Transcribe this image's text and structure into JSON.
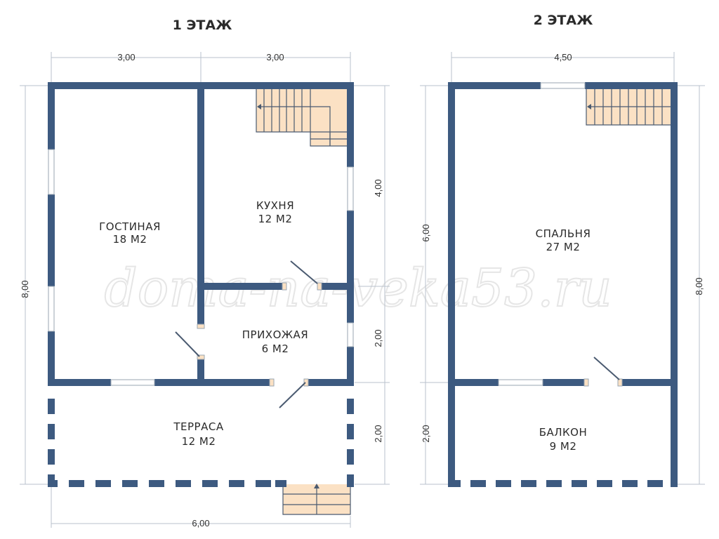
{
  "floors": [
    {
      "title": "1 ЭТАЖ",
      "dims": {
        "top_left": "3,00",
        "top_right": "3,00",
        "left": "8,00",
        "right_upper": "4,00",
        "right_middle": "2,00",
        "right_lower": "2,00",
        "bottom": "6,00"
      },
      "rooms": [
        {
          "name": "ГОСТИНАЯ",
          "area": "18 М2"
        },
        {
          "name": "КУХНЯ",
          "area": "12 М2"
        },
        {
          "name": "ПРИХОЖАЯ",
          "area": "6 М2"
        },
        {
          "name": "ТЕРРАСА",
          "area": "12 М2"
        }
      ]
    },
    {
      "title": "2 ЭТАЖ",
      "dims": {
        "top": "4,50",
        "left_upper": "6,00",
        "left_lower": "2,00",
        "right": "8,00"
      },
      "rooms": [
        {
          "name": "СПАЛЬНЯ",
          "area": "27 М2"
        },
        {
          "name": "БАЛКОН",
          "area": "9 М2"
        }
      ]
    }
  ],
  "watermark": "doma-na-veka53.ru",
  "colors": {
    "wall": "#3d5a80",
    "stairs": "#fbe1c4",
    "dimension": "#b9c2cc"
  }
}
